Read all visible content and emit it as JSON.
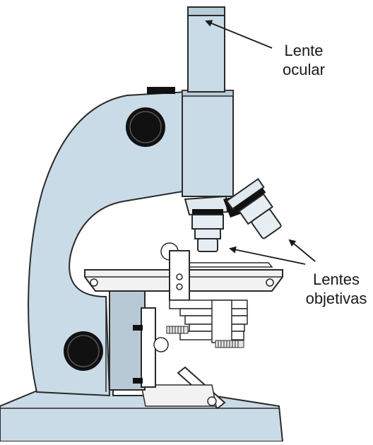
{
  "labels": {
    "eyepiece_line1": "Lente",
    "eyepiece_line2": "ocular",
    "objectives_line1": "Lentes",
    "objectives_line2": "objetivas"
  },
  "colors": {
    "body_fill": "#c9dbe6",
    "body_dark": "#a9c0ce",
    "outline": "#2a2a2a",
    "knob": "#111111",
    "background": "#ffffff"
  }
}
